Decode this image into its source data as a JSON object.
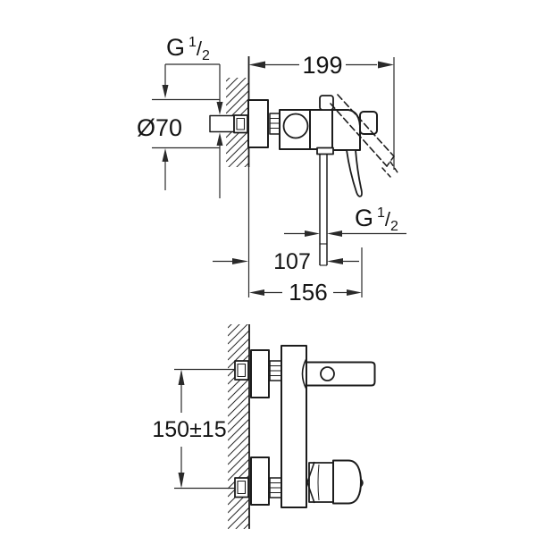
{
  "colors": {
    "background": "#ffffff",
    "line": "#1c1c1c",
    "dimension": "#2a2a2a",
    "text": "#141414"
  },
  "side_view": {
    "labels": {
      "inlet_thread": {
        "base": "G",
        "numerator": "1",
        "fraction_slash": "/",
        "denominator": "2"
      },
      "flange_diameter": "Ø70",
      "total_depth": "199",
      "outlet_thread": {
        "base": "G",
        "numerator": "1",
        "fraction_slash": "/",
        "denominator": "2"
      },
      "outlet_depth": "107",
      "handle_depth": "156"
    }
  },
  "front_view": {
    "labels": {
      "inlet_center_distance": "150±15"
    }
  }
}
